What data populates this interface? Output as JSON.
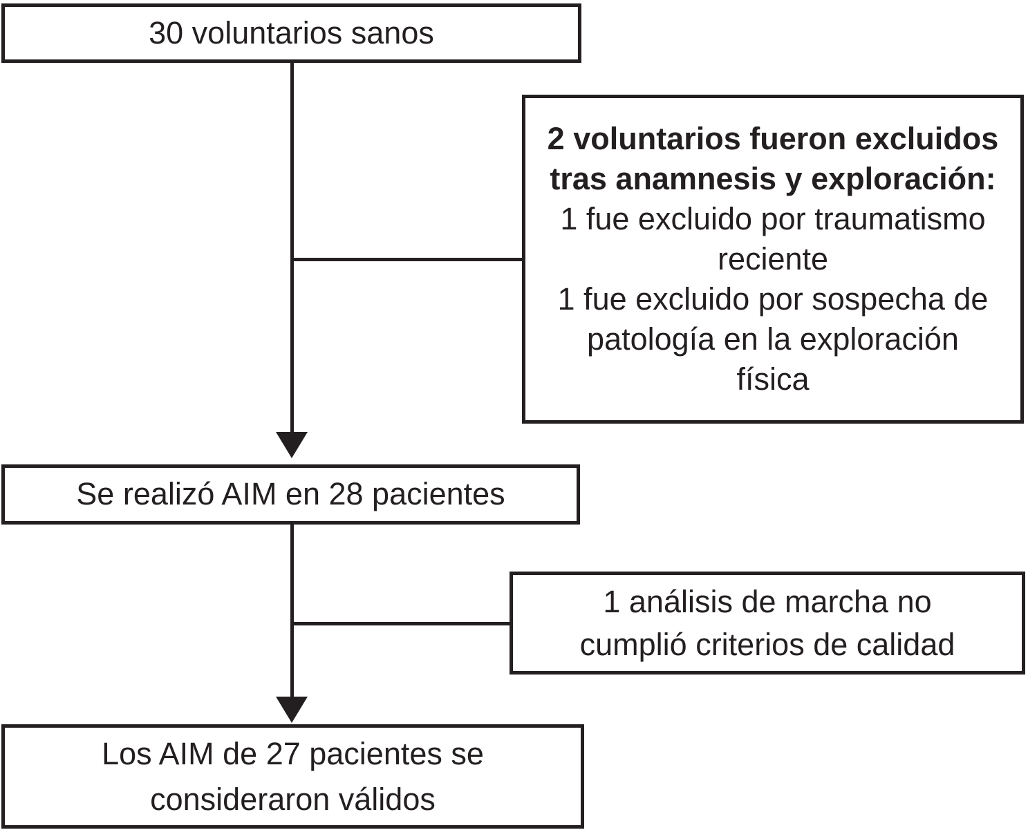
{
  "diagram": {
    "colors": {
      "line": "#231f20",
      "background": "#ffffff",
      "text": "#231f20"
    },
    "nodes": {
      "top": {
        "text": "30 voluntarios sanos"
      },
      "exclusion": {
        "lines": [
          "2 voluntarios fueron excluidos",
          "tras anamnesis y exploración:",
          "1 fue excluido por traumatismo",
          "reciente",
          "1 fue excluido por sospecha de",
          "patología en la exploración",
          "física"
        ]
      },
      "middle": {
        "text": "Se realizó AIM en 28 pacientes"
      },
      "quality": {
        "lines": [
          "1 análisis de marcha no",
          "cumplió criterios de calidad"
        ]
      },
      "bottom": {
        "lines": [
          "Los AIM de 27 pacientes se",
          "consideraron válidos"
        ]
      }
    }
  }
}
